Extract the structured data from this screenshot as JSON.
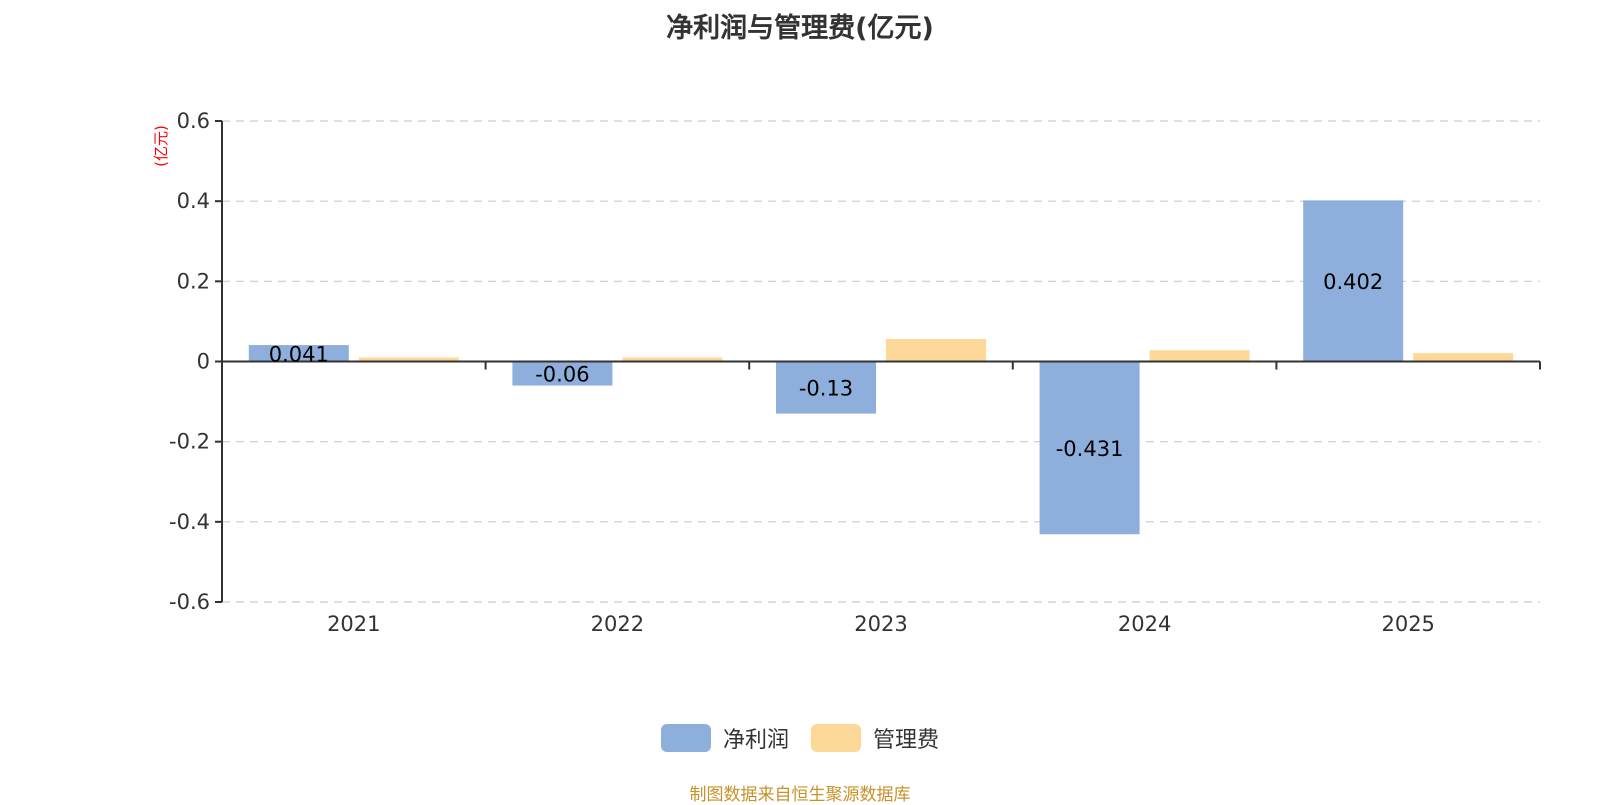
{
  "chart_data": {
    "type": "bar",
    "title": "净利润与管理费(亿元)",
    "ylabel": "(亿元)",
    "xlabel": "",
    "categories": [
      "2021",
      "2022",
      "2023",
      "2024",
      "2025"
    ],
    "series": [
      {
        "name": "净利润",
        "color": "#8eaedb",
        "values": [
          0.041,
          -0.06,
          -0.13,
          -0.431,
          0.402
        ],
        "labels": [
          "0.041",
          "-0.06",
          "-0.13",
          "-0.431",
          "0.402"
        ]
      },
      {
        "name": "管理费",
        "color": "#fed898",
        "values": [
          0.01,
          0.01,
          0.056,
          0.028,
          0.021
        ]
      }
    ],
    "ylim": [
      -0.6,
      0.6
    ],
    "yticks": [
      0.6,
      0.4,
      0.2,
      0,
      -0.2,
      -0.4,
      -0.6
    ],
    "ytick_labels": [
      "0.6",
      "0.4",
      "0.2",
      "0",
      "-0.2",
      "-0.4",
      "-0.6"
    ],
    "grid": true,
    "legend_position": "bottom-center"
  },
  "source_text": "制图数据来自恒生聚源数据库"
}
